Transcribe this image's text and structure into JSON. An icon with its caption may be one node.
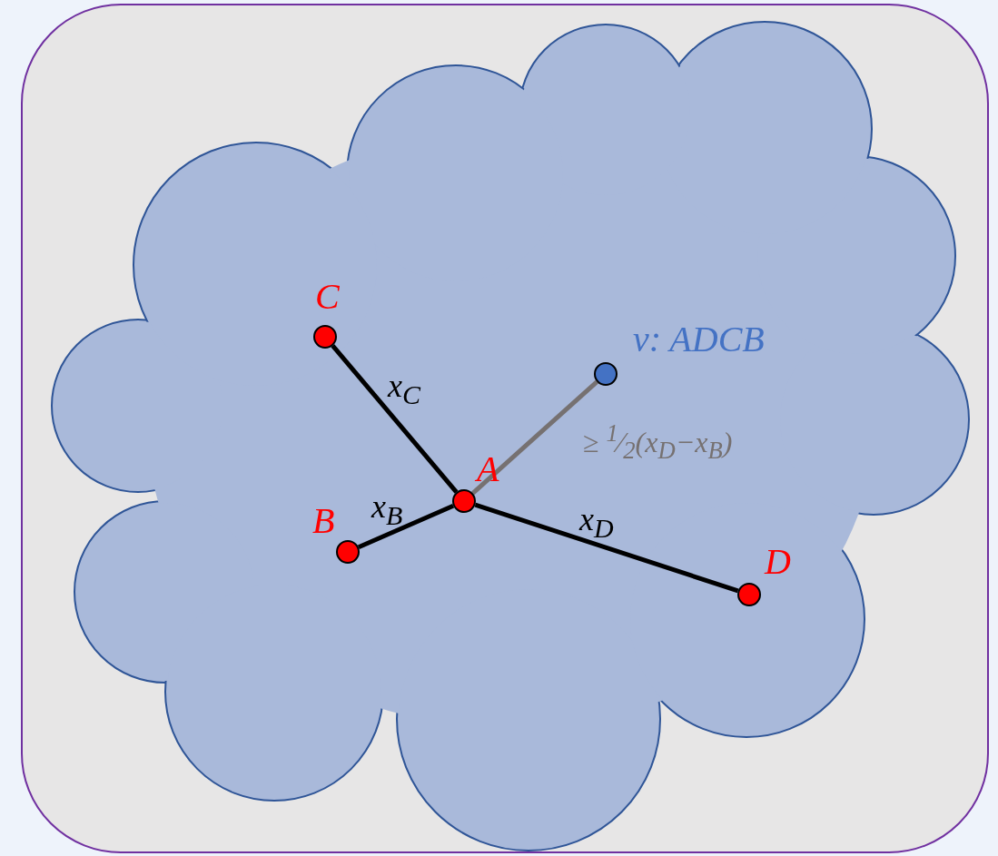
{
  "diagram": {
    "nodes": [
      {
        "text": [],
        "shape": "box"
      },
      {
        "text": [],
        "shape": "cloud",
        "in": 0
      },
      {
        "text": [],
        "shape": "circle",
        "beside": [
          "C"
        ],
        "in": 1
      },
      {
        "text": [],
        "shape": "circle",
        "beside": [
          "v: ADCB"
        ],
        "in": 1
      },
      {
        "text": [],
        "shape": "circle",
        "beside": [
          "A"
        ],
        "in": 1
      },
      {
        "text": [],
        "shape": "circle",
        "beside": [
          "B"
        ],
        "in": 1
      },
      {
        "text": [],
        "shape": "circle",
        "beside": [
          "D"
        ],
        "in": 1
      }
    ],
    "edges": [
      {
        "from": 4,
        "to": 2,
        "arrow": "none",
        "label": "x$_{C}$"
      },
      {
        "from": 4,
        "to": 3,
        "arrow": "none",
        "label": "≥ $^{1}$⁄$_{2}$(x$_{D}$−x$_{B}$)",
        "color": "#767171"
      },
      {
        "from": 4,
        "to": 5,
        "arrow": "none",
        "label": "x$_{B}$"
      },
      {
        "from": 4,
        "to": 6,
        "arrow": "none",
        "label": "x$_{D}$"
      }
    ]
  }
}
